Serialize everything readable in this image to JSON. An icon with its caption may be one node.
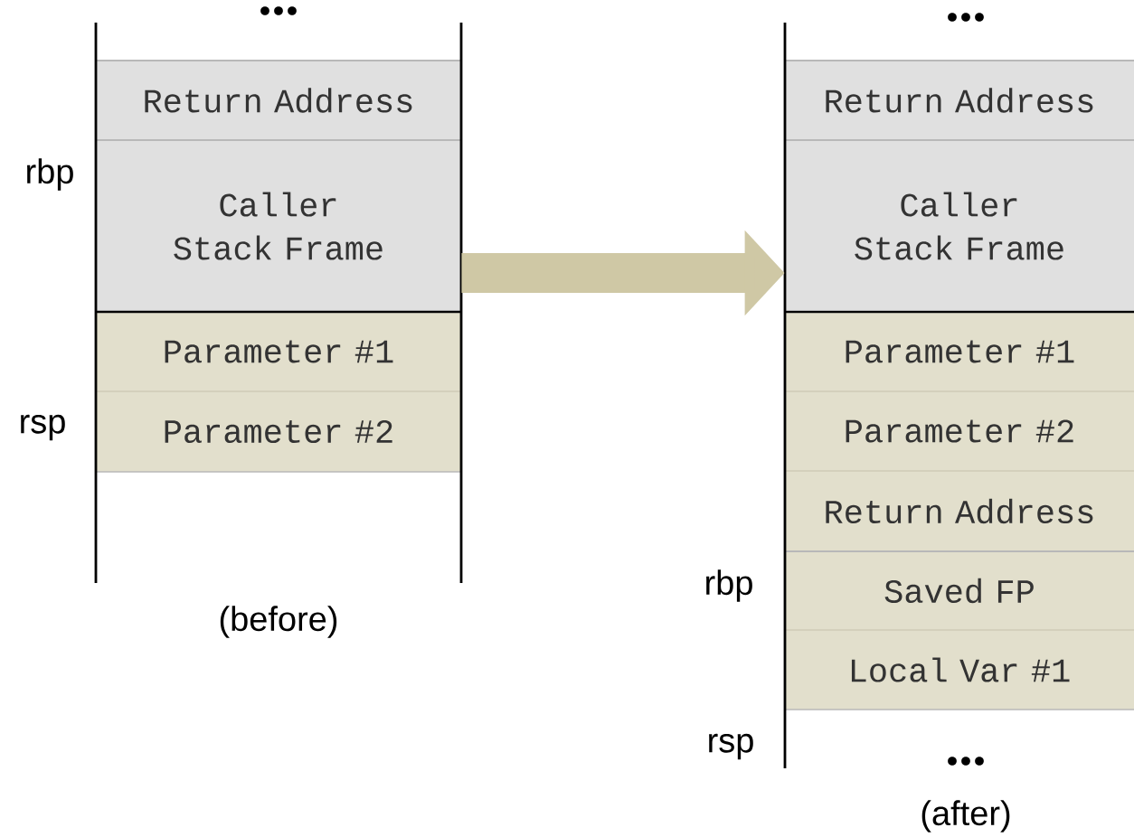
{
  "diagram": {
    "nodes": [
      {
        "text": [
          "Return Address"
        ]
      },
      {
        "text": [
          "Caller Stack Frame"
        ]
      },
      {
        "text": [
          "Parameter #1"
        ]
      },
      {
        "text": [
          "Parameter #2"
        ]
      },
      {
        "text": [
          "Return Address"
        ]
      },
      {
        "text": [
          "Caller Stack Frame"
        ]
      },
      {
        "text": [
          "Parameter #1"
        ]
      },
      {
        "text": [
          "Parameter #2"
        ]
      },
      {
        "text": [
          "Return Address"
        ]
      },
      {
        "text": [
          "Saved FP"
        ]
      },
      {
        "text": [
          "Local Var #1"
        ]
      }
    ],
    "edges": [
      {
        "from": 1,
        "to": 5,
        "arrow": "to"
      }
    ],
    "labels": [
      "...",
      "...",
      "rbp",
      "rsp",
      "(before)",
      "rbp",
      "rsp",
      "...",
      "(after)"
    ]
  }
}
